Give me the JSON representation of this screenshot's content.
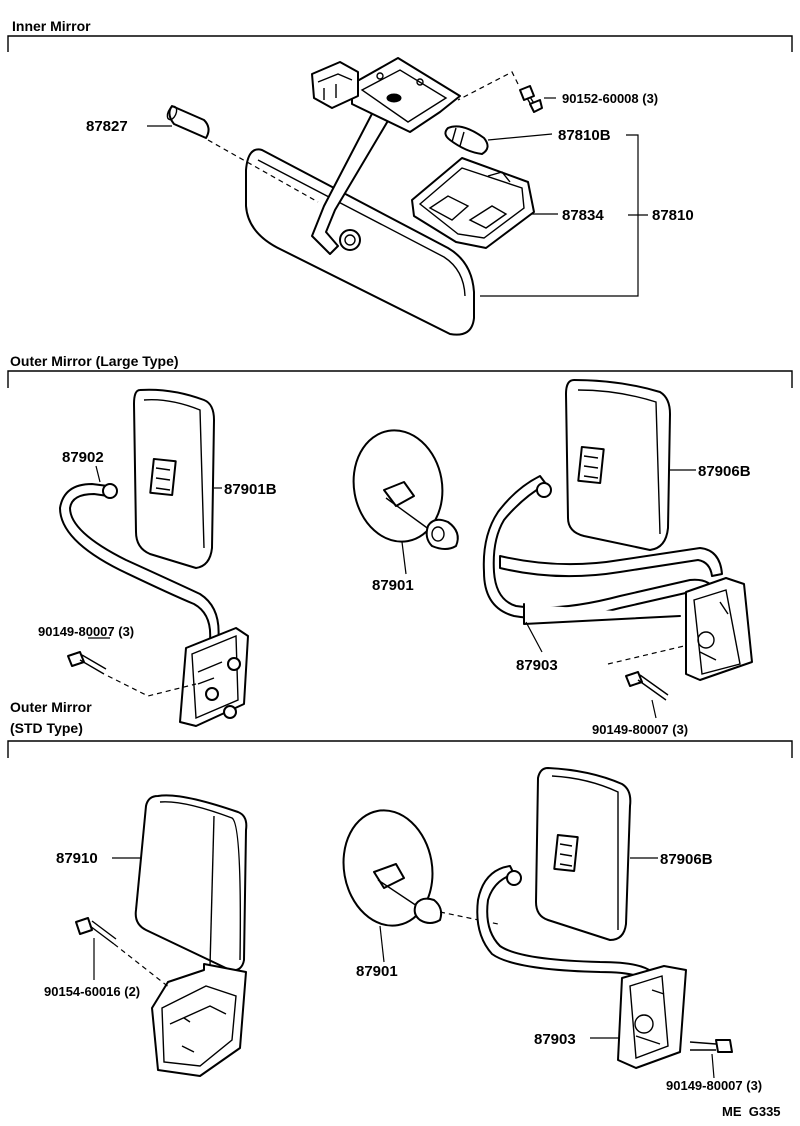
{
  "sections": {
    "inner": "Inner Mirror",
    "outer_large": "Outer Mirror (Large Type)",
    "outer_std_1": "Outer Mirror",
    "outer_std_2": "(STD Type)"
  },
  "labels": {
    "p87827": "87827",
    "p90152": "90152-60008 (3)",
    "p87810b": "87810B",
    "p87834": "87834",
    "p87810": "87810",
    "p87902": "87902",
    "p87901b": "87901B",
    "p87901_large": "87901",
    "p87906b_large": "87906B",
    "p90149_left": "90149-80007 (3)",
    "p87903_large": "87903",
    "p90149_right": "90149-80007 (3)",
    "p87910": "87910",
    "p90154": "90154-60016 (2)",
    "p87901_std": "87901",
    "p87906b_std": "87906B",
    "p87903_std": "87903",
    "p90149_std": "90149-80007 (3)",
    "footer": "ME  G335"
  }
}
